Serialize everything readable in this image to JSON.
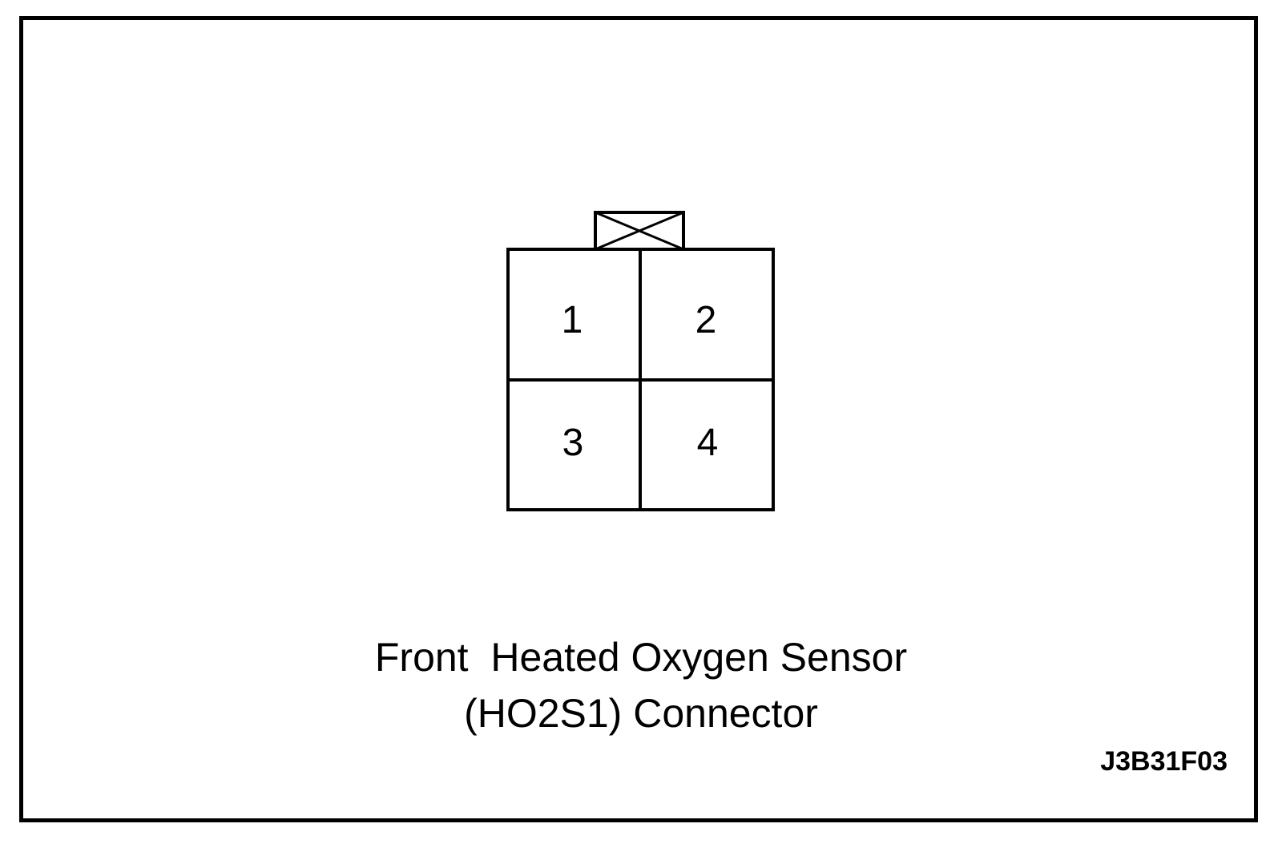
{
  "connector": {
    "pins": [
      {
        "number": "1"
      },
      {
        "number": "2"
      },
      {
        "number": "3"
      },
      {
        "number": "4"
      }
    ]
  },
  "caption": {
    "line1": "Front  Heated Oxygen Sensor",
    "line2": "(HO2S1) Connector"
  },
  "figure_id": "J3B31F03",
  "colors": {
    "stroke": "#000000",
    "background": "#ffffff"
  }
}
